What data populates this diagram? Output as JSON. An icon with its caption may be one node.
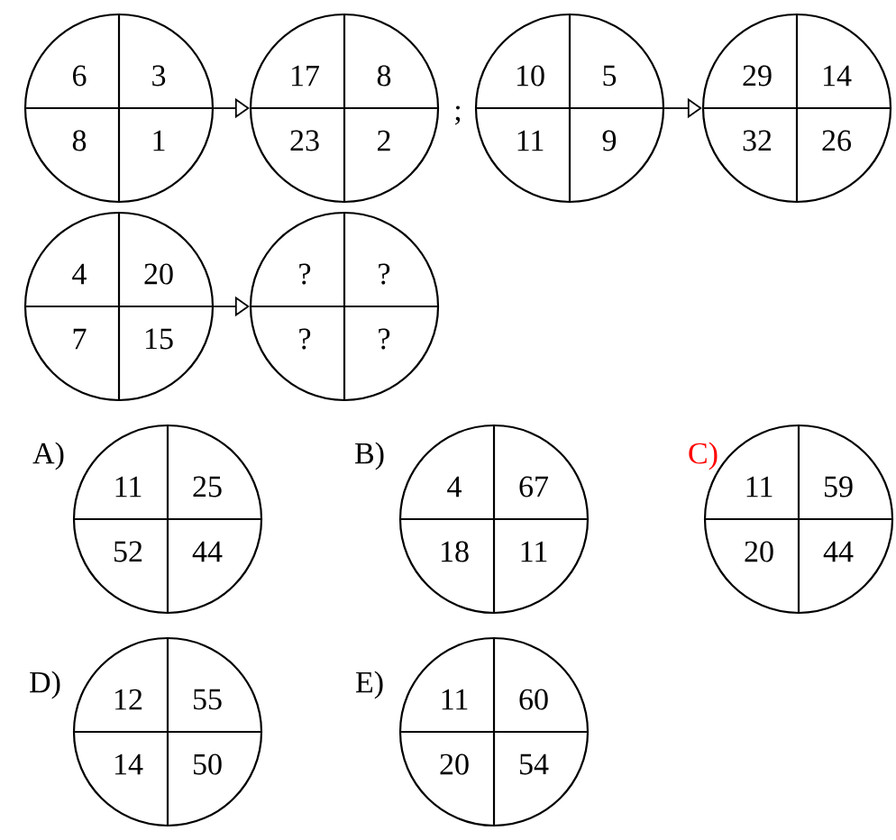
{
  "diagram": {
    "nodes": [
      {
        "text": [
          "6",
          "3",
          "8",
          "1"
        ]
      },
      {
        "text": [
          "17",
          "8",
          "23",
          "2"
        ]
      },
      {
        "text": [
          "10",
          "5",
          "11",
          "9"
        ]
      },
      {
        "text": [
          "29",
          "14",
          "32",
          "26"
        ]
      },
      {
        "text": [
          "4",
          "20",
          "7",
          "15"
        ]
      },
      {
        "text": [
          "?",
          "?",
          "?",
          "?"
        ]
      },
      {
        "text": [
          "11",
          "25",
          "52",
          "44"
        ],
        "beside": [
          "A)"
        ]
      },
      {
        "text": [
          "4",
          "67",
          "18",
          "11"
        ],
        "beside": [
          "B)"
        ]
      },
      {
        "text": [
          "11",
          "59",
          "20",
          "44"
        ],
        "beside": [
          "C)"
        ]
      },
      {
        "text": [
          "12",
          "55",
          "14",
          "50"
        ],
        "beside": [
          "D)"
        ]
      },
      {
        "text": [
          "11",
          "60",
          "20",
          "54"
        ],
        "beside": [
          "E)"
        ]
      }
    ],
    "edges": [
      {
        "from": 0,
        "to": 1,
        "arrow": "to"
      },
      {
        "from": 2,
        "to": 3,
        "arrow": "to"
      },
      {
        "from": 4,
        "to": 5,
        "arrow": "to"
      }
    ],
    "labels": [
      ";"
    ]
  }
}
